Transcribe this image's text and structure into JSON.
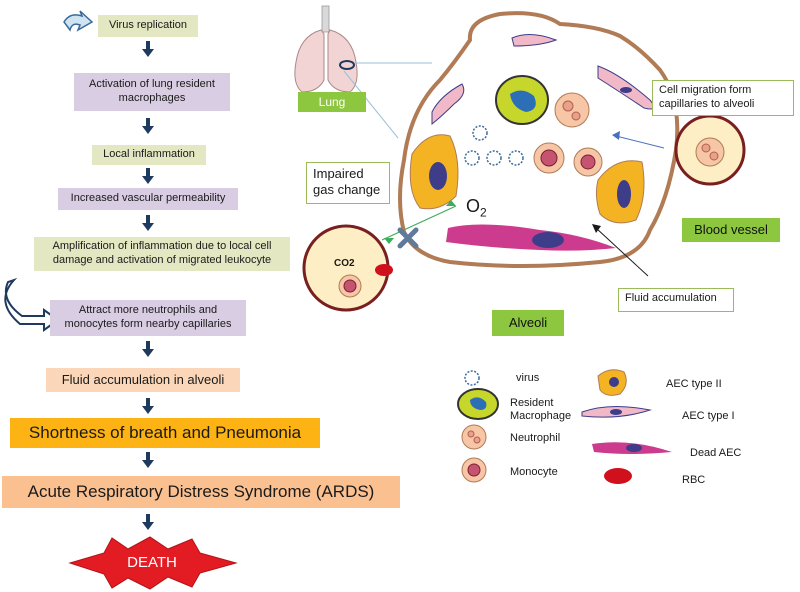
{
  "flow": {
    "steps": [
      "Virus replication",
      "Activation of lung  resident macrophages",
      "Local inflammation",
      "Increased vascular permeability",
      "Amplification of inflammation due to local cell damage and activation  of migrated  leukocyte",
      "Attract more neutrophils  and monocytes form  nearby capillaries",
      "Fluid accumulation in alveoli",
      "Shortness of breath and Pneumonia",
      "Acute Respiratory Distress Syndrome (ARDS)",
      "DEATH"
    ]
  },
  "diagram": {
    "lung_label": "Lung",
    "impaired_gas": "Impaired gas change",
    "o2_label": "O",
    "o2_sub": "2",
    "co2_label": "CO2",
    "cell_migration": "Cell migration form capillaries to alveoli",
    "blood_vessel": "Blood vessel",
    "fluid_accumulation": "Fluid accumulation",
    "alveoli": "Alveoli"
  },
  "legend": {
    "virus": "virus",
    "resident_macrophage": "Resident Macrophage",
    "neutrophil": "Neutrophil",
    "monocyte": "Monocyte",
    "aec_type_2": "AEC type II",
    "aec_type_1": "AEC type I",
    "dead_aec": "Dead AEC",
    "rbc": "RBC"
  },
  "colors": {
    "flow_green": "#e3e8c3",
    "flow_purple": "#d9cde3",
    "flow_peach": "#fbd6b8",
    "flow_orange": "#fdb313",
    "flow_salmon": "#fac090",
    "death_red": "#e31b23",
    "arrow_navy": "#1f3a5f",
    "alveolus_wall": "#b07b55",
    "aec2_yellow": "#f4b323",
    "macrophage_green": "#c7d62b",
    "label_green": "#8dc63f"
  }
}
